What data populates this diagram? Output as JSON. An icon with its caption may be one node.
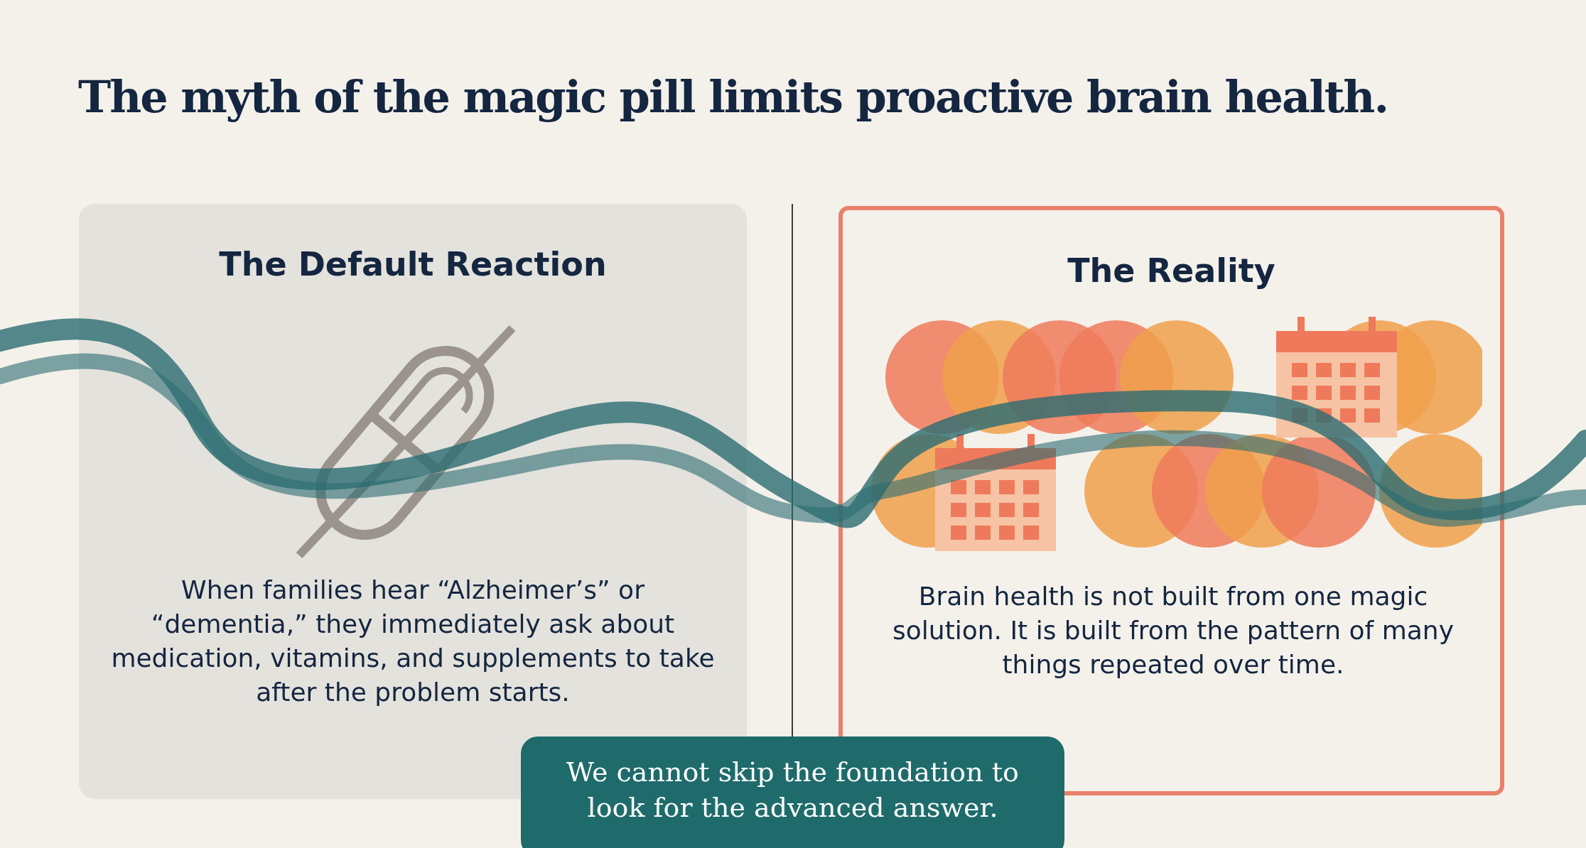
{
  "diagram": {
    "title": "The myth of the magic pill limits proactive brain health.",
    "nodes": [
      {
        "text": [
          "The Default Reaction",
          "When families hear “Alzheimer’s” or “dementia,” they immediately ask about medication, vitamins, and supplements to take after the problem starts."
        ]
      },
      {
        "text": [
          "The Reality",
          "Brain health is not built from one magic solution. It is built from the pattern of many things repeated over time."
        ]
      },
      {
        "text": [
          "We cannot skip the foundation to look for the advanced answer."
        ]
      }
    ]
  }
}
